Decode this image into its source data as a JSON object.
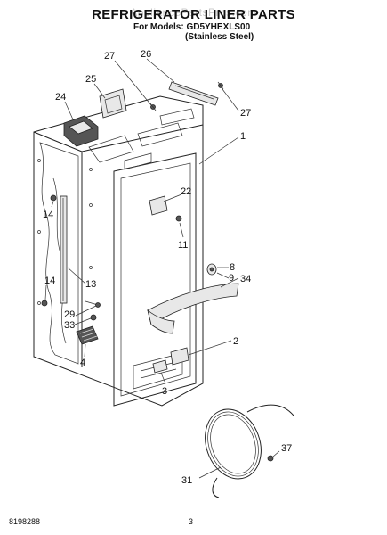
{
  "header": {
    "title": "REFRIGERATOR LINER PARTS",
    "watermark": "AppliancePartsPros.com",
    "models_label": "For Models:",
    "model_number": "GD5YHEXLS00",
    "variant": "(Stainless Steel)"
  },
  "callouts": [
    {
      "id": "c27a",
      "label": "27"
    },
    {
      "id": "c26",
      "label": "26"
    },
    {
      "id": "c25",
      "label": "25"
    },
    {
      "id": "c24",
      "label": "24"
    },
    {
      "id": "c27b",
      "label": "27"
    },
    {
      "id": "c1",
      "label": "1"
    },
    {
      "id": "c22",
      "label": "22"
    },
    {
      "id": "c14a",
      "label": "14"
    },
    {
      "id": "c11",
      "label": "11"
    },
    {
      "id": "c8",
      "label": "8"
    },
    {
      "id": "c9",
      "label": "9"
    },
    {
      "id": "c34",
      "label": "34"
    },
    {
      "id": "c13",
      "label": "13"
    },
    {
      "id": "c14b",
      "label": "14"
    },
    {
      "id": "c29",
      "label": "29"
    },
    {
      "id": "c33",
      "label": "33"
    },
    {
      "id": "c4",
      "label": "4"
    },
    {
      "id": "c2",
      "label": "2"
    },
    {
      "id": "c3",
      "label": "3"
    },
    {
      "id": "c37",
      "label": "37"
    },
    {
      "id": "c31",
      "label": "31"
    }
  ],
  "footer": {
    "doc_number": "8198288",
    "page_number": "3"
  }
}
